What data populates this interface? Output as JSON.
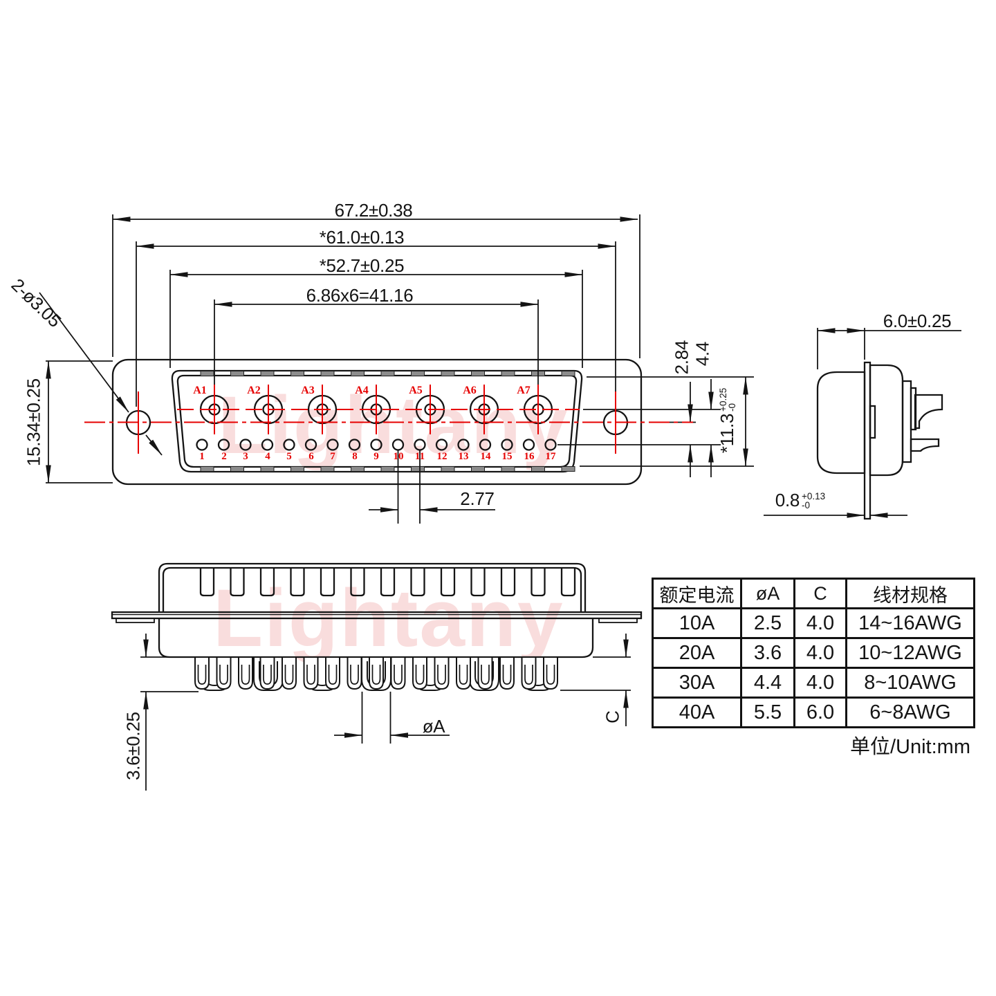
{
  "watermark": "Lightany",
  "colors": {
    "line_red": "#e60000",
    "watermark_pink": "#f6c9c9"
  },
  "front_view": {
    "dim_width_outer": "67.2±0.38",
    "dim_hole_span": "*61.0±0.13",
    "dim_shell_width": "*52.7±0.25",
    "dim_pin_span": "6.86x6=41.16",
    "dim_height": "15.34±0.25",
    "dim_mount_holes": "2-ø3.05",
    "dim_pin_pitch": "2.77",
    "dim_center_to_row": "2.84",
    "dim_row_gap": "4.4",
    "dim_shell_height": {
      "value": "*11.3",
      "plus": "+0.25",
      "minus": "-0"
    },
    "a_pins": [
      "A1",
      "A2",
      "A3",
      "A4",
      "A5",
      "A6",
      "A7"
    ],
    "small_pins": [
      "1",
      "2",
      "3",
      "4",
      "5",
      "6",
      "7",
      "8",
      "9",
      "10",
      "11",
      "12",
      "13",
      "14",
      "15",
      "16",
      "17"
    ]
  },
  "side_view": {
    "dim_depth": "6.0±0.25",
    "dim_flange_thickness": {
      "value": "0.8",
      "plus": "+0.13",
      "minus": "-0"
    }
  },
  "bottom_view": {
    "dim_pin_length": "3.6±0.25",
    "dim_pin_diameter": "øA",
    "dim_cup_depth": "C"
  },
  "spec_table": {
    "headers": [
      "额定电流",
      "øA",
      "C",
      "线材规格"
    ],
    "rows": [
      [
        "10A",
        "2.5",
        "4.0",
        "14~16AWG"
      ],
      [
        "20A",
        "3.6",
        "4.0",
        "10~12AWG"
      ],
      [
        "30A",
        "4.4",
        "4.0",
        "8~10AWG"
      ],
      [
        "40A",
        "5.5",
        "6.0",
        "6~8AWG"
      ]
    ],
    "unit_note": "单位/Unit:mm"
  }
}
